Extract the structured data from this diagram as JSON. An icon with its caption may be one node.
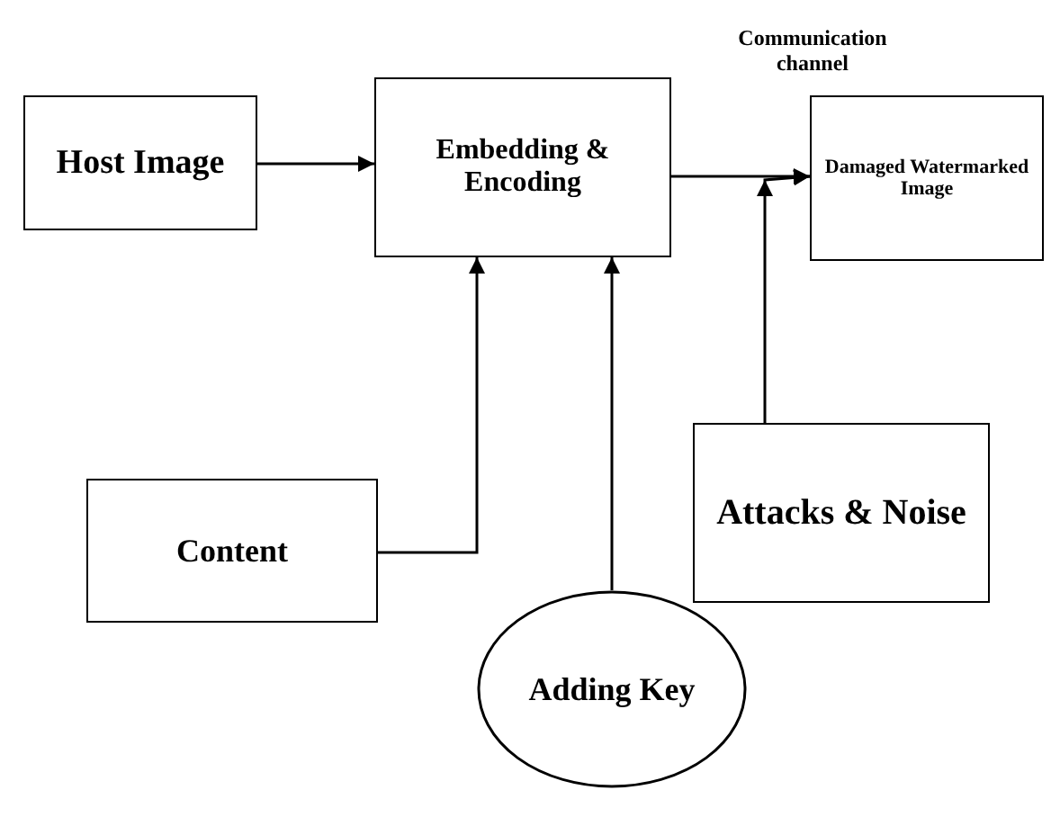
{
  "diagram": {
    "nodes": [
      {
        "text": [
          "Host Image"
        ]
      },
      {
        "text": [
          "Embedding & Encoding"
        ]
      },
      {
        "text": [
          "Damaged Watermarked Image"
        ]
      },
      {
        "text": [
          "Content"
        ]
      },
      {
        "text": [
          "Attacks & Noise"
        ]
      },
      {
        "text": [
          "Adding Key"
        ]
      }
    ],
    "edges": [
      {
        "from": 0,
        "to": 1,
        "arrow": "to"
      },
      {
        "from": 1,
        "to": 2,
        "arrow": "to",
        "label": "Communication channel"
      },
      {
        "from": 3,
        "to": 1,
        "arrow": "to"
      },
      {
        "from": 5,
        "to": 1,
        "arrow": "to"
      },
      {
        "from": 4,
        "to": 2,
        "arrow": "to"
      }
    ]
  }
}
